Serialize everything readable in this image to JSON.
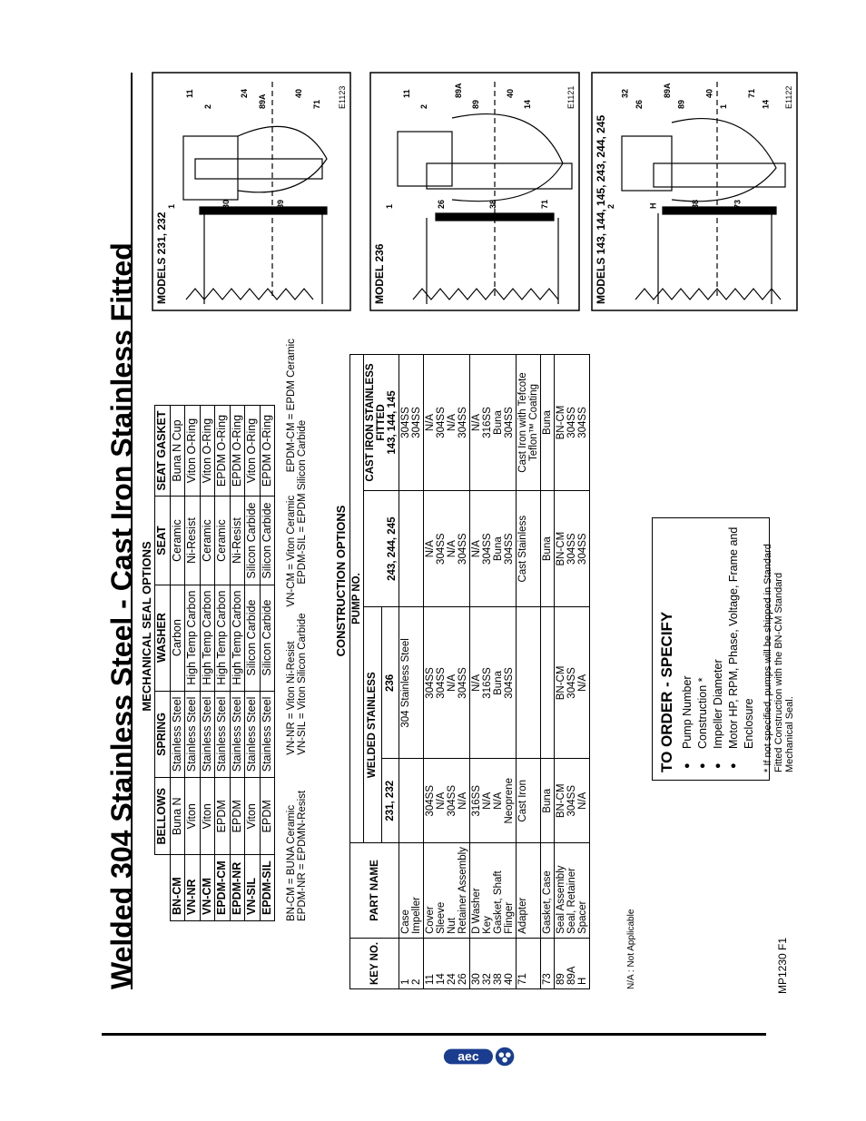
{
  "title": "Welded 304 Stainless Steel  -  Cast Iron Stainless Fitted",
  "mechanical_seal": {
    "caption": "MECHANICAL SEAL OPTIONS",
    "headers": [
      "",
      "BELLOWS",
      "SPRING",
      "WASHER",
      "SEAT",
      "SEAT GASKET"
    ],
    "rows": [
      [
        "BN-CM",
        "Buna N",
        "Stainless Steel",
        "Carbon",
        "Ceramic",
        "Buna N Cup"
      ],
      [
        "VN-NR",
        "Viton",
        "Stainless Steel",
        "High Temp Carbon",
        "Ni-Resist",
        "Viton O-Ring"
      ],
      [
        "VN-CM",
        "Viton",
        "Stainless Steel",
        "High Temp Carbon",
        "Ceramic",
        "Viton O-Ring"
      ],
      [
        "EPDM-CM",
        "EPDM",
        "Stainless Steel",
        "High Temp Carbon",
        "Ceramic",
        "EPDM O-Ring"
      ],
      [
        "EPDM-NR",
        "EPDM",
        "Stainless Steel",
        "High Temp Carbon",
        "Ni-Resist",
        "EPDM O-Ring"
      ],
      [
        "VN-SIL",
        "Viton",
        "Stainless Steel",
        "Silicon Carbide",
        "Silicon Carbide",
        "Viton O-Ring"
      ],
      [
        "EPDM-SIL",
        "EPDM",
        "Stainless Steel",
        "Silicon Carbide",
        "Silicon Carbide",
        "EPDM O-Ring"
      ]
    ],
    "legend": [
      "BN-CM = BUNA Ceramic",
      "VN-NR = Viton Ni-Resist",
      "VN-CM = Viton Ceramic",
      "EPDM-CM = EPDM Ceramic",
      "EPDM-NR = EPDMN-Resist",
      "VN-SIL = Viton Silicon Carbide",
      "EPDM-SIL = EPDM Silicon Carbide"
    ]
  },
  "construction": {
    "caption": "CONSTRUCTION OPTIONS",
    "h_key": "KEY NO.",
    "h_part": "PART NAME",
    "h_pump": "PUMP NO.",
    "h_welded": "WELDED STAINLESS",
    "h_castiron": "CAST IRON STAINLESS FITTED",
    "h_models": [
      "231, 232",
      "236",
      "243, 244, 245",
      "143, 144, 145"
    ],
    "groups": [
      {
        "keys": [
          "1",
          "2"
        ],
        "parts": [
          "Case",
          "Impeller"
        ],
        "c1": [
          "",
          ""
        ],
        "c2": [
          "304 Stainless Steel",
          ""
        ],
        "c3": [
          "",
          ""
        ],
        "c4": [
          "304SS",
          "304SS"
        ]
      },
      {
        "keys": [
          "11",
          "14",
          "24",
          "26"
        ],
        "parts": [
          "Cover",
          "Sleeve",
          "Nut",
          "Retainer Assembly"
        ],
        "c1": [
          "304SS",
          "N/A",
          "304SS",
          "N/A"
        ],
        "c2": [
          "304SS",
          "304SS",
          "N/A",
          "304SS"
        ],
        "c3": [
          "N/A",
          "304SS",
          "N/A",
          "304SS"
        ],
        "c4": [
          "N/A",
          "304SS",
          "N/A",
          "304SS"
        ]
      },
      {
        "keys": [
          "30",
          "32",
          "38",
          "40"
        ],
        "parts": [
          "D Washer",
          "Key",
          "Gasket, Shaft",
          "Flinger"
        ],
        "c1": [
          "316SS",
          "N/A",
          "N/A",
          "Neoprene"
        ],
        "c2": [
          "N/A",
          "316SS",
          "Buna",
          "304SS"
        ],
        "c3": [
          "N/A",
          "304SS",
          "Buna",
          "304SS"
        ],
        "c4": [
          "N/A",
          "316SS",
          "Buna",
          "304SS"
        ]
      },
      {
        "keys": [
          "71"
        ],
        "parts": [
          "Adapter"
        ],
        "c1": [
          "Cast Iron"
        ],
        "c2": [
          ""
        ],
        "c3": [
          "Cast Stainless"
        ],
        "c4": [
          "Cast Iron with Tefcote Teflon™ Coating"
        ]
      },
      {
        "keys": [
          "73"
        ],
        "parts": [
          "Gasket, Case"
        ],
        "c1": [
          "Buna"
        ],
        "c2": [
          ""
        ],
        "c3": [
          "Buna"
        ],
        "c4": [
          "Buna"
        ]
      },
      {
        "keys": [
          "89",
          "89A",
          "H"
        ],
        "parts": [
          "Seal Assembly",
          "Seal, Retainer",
          "Spacer"
        ],
        "c1": [
          "BN-CM",
          "304SS",
          "N/A"
        ],
        "c2": [
          "BN-CM",
          "304SS",
          "N/A"
        ],
        "c3": [
          "BN-CM",
          "304SS",
          "304SS"
        ],
        "c4": [
          "BN-CM",
          "304SS",
          "304SS"
        ]
      }
    ],
    "na_note": "N/A : Not Applicable"
  },
  "order": {
    "title": "TO  ORDER  -  SPECIFY",
    "items": [
      "Pump  Number",
      "Construction *",
      "Impeller  Diameter",
      "Motor  HP, RPM, Phase, Voltage, Frame and Enclosure"
    ],
    "note": "* If not specified, pumps will be shipped in Standard Fitted Construction with the BN-CM Standard Mechanical Seal."
  },
  "diagrams": [
    {
      "label": "MODELS 231, 232",
      "code": "E1123",
      "numbers": [
        "1",
        "11",
        "2",
        "30",
        "24",
        "89A",
        "89",
        "40",
        "71"
      ]
    },
    {
      "label": "MODEL 236",
      "code": "E1121",
      "numbers": [
        "1",
        "11",
        "2",
        "26",
        "89A",
        "89",
        "38",
        "40",
        "14",
        "71"
      ]
    },
    {
      "label": "MODELS 143, 144, 145, 243, 244, 245",
      "code": "E1122",
      "numbers": [
        "2",
        "32",
        "26",
        "H",
        "89A",
        "89",
        "38",
        "40",
        "1",
        "73",
        "71",
        "14"
      ]
    }
  ],
  "footer": {
    "doc": "MP1230   F1",
    "logo": "aeco"
  }
}
